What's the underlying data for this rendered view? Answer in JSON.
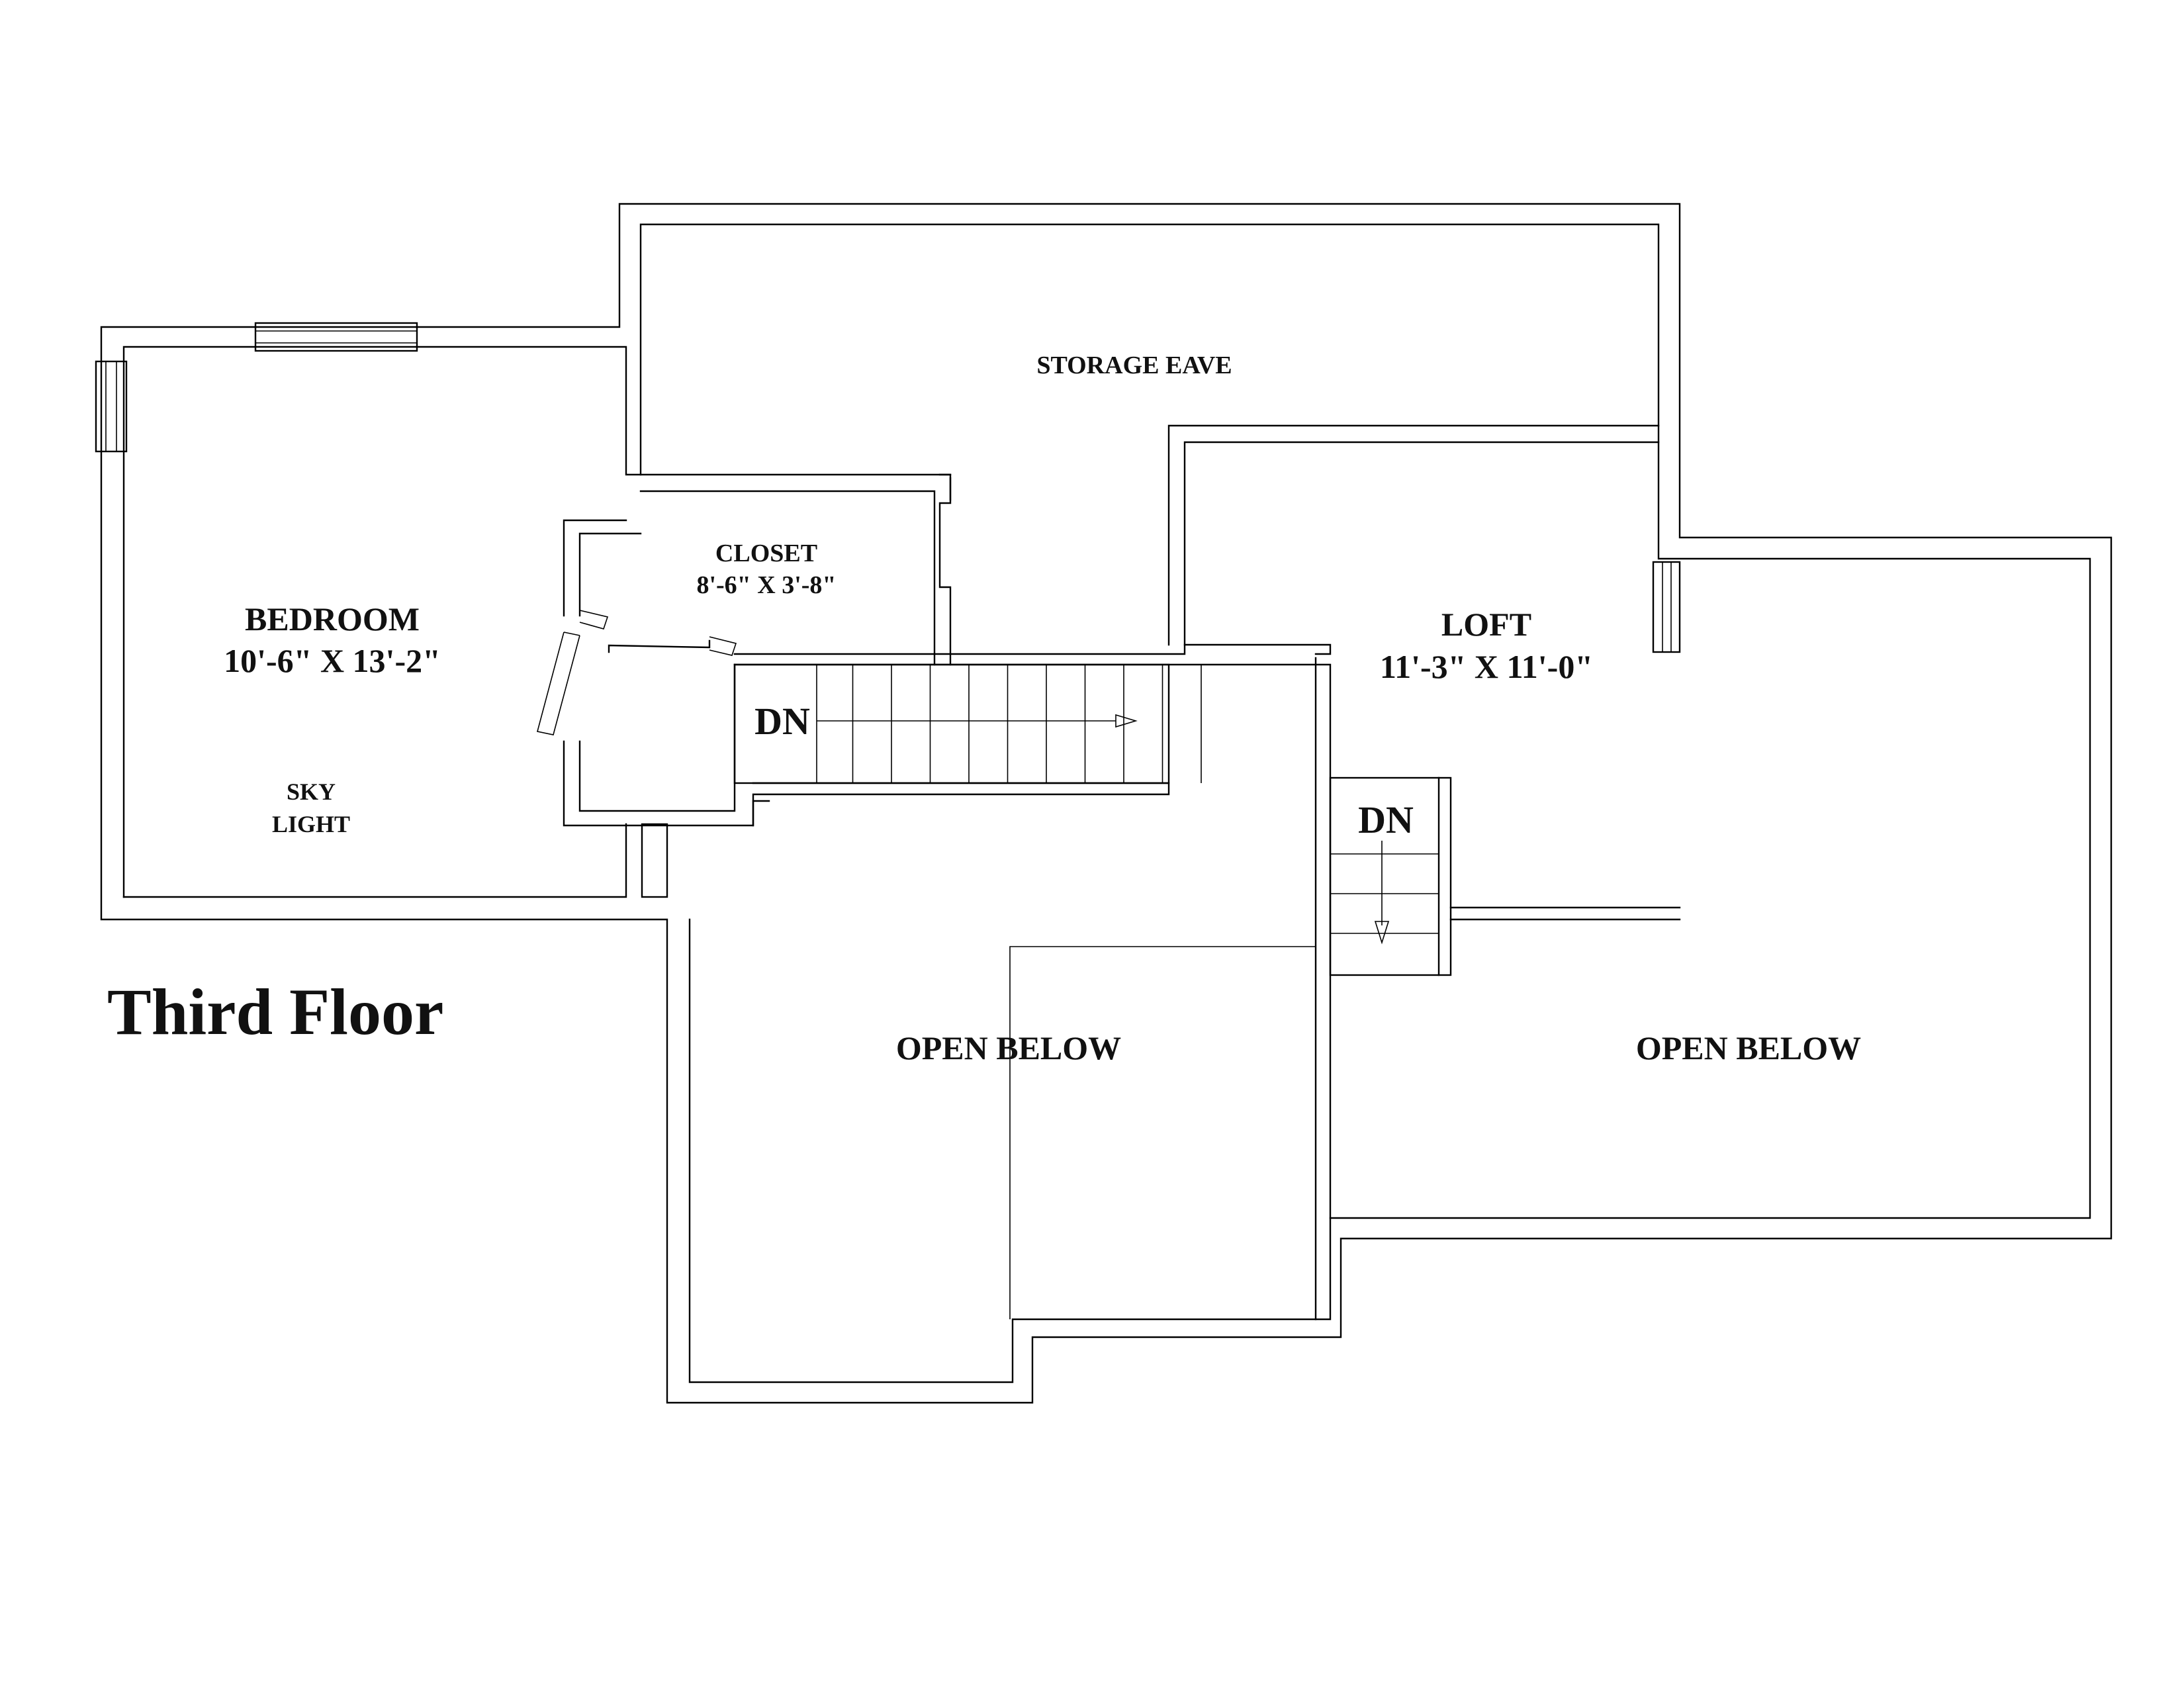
{
  "plan": {
    "title": "Third Floor",
    "rooms": {
      "bedroom": {
        "name": "BEDROOM",
        "size": "10'-6\" X 13'-2\""
      },
      "skylight": {
        "line1": "SKY",
        "line2": "LIGHT"
      },
      "storage": {
        "name": "STORAGE EAVE"
      },
      "closet": {
        "name": "CLOSET",
        "size": "8'-6\" X 3'-8\""
      },
      "loft": {
        "name": "LOFT",
        "size": "11'-3\" X 11'-0\""
      },
      "open_below_left": {
        "name": "OPEN BELOW"
      },
      "open_below_right": {
        "name": "OPEN BELOW"
      }
    },
    "stairs": {
      "main": {
        "label": "DN"
      },
      "loft": {
        "label": "DN"
      }
    }
  },
  "colors": {
    "line": "#000000",
    "text": "#111111",
    "background": "#ffffff"
  }
}
